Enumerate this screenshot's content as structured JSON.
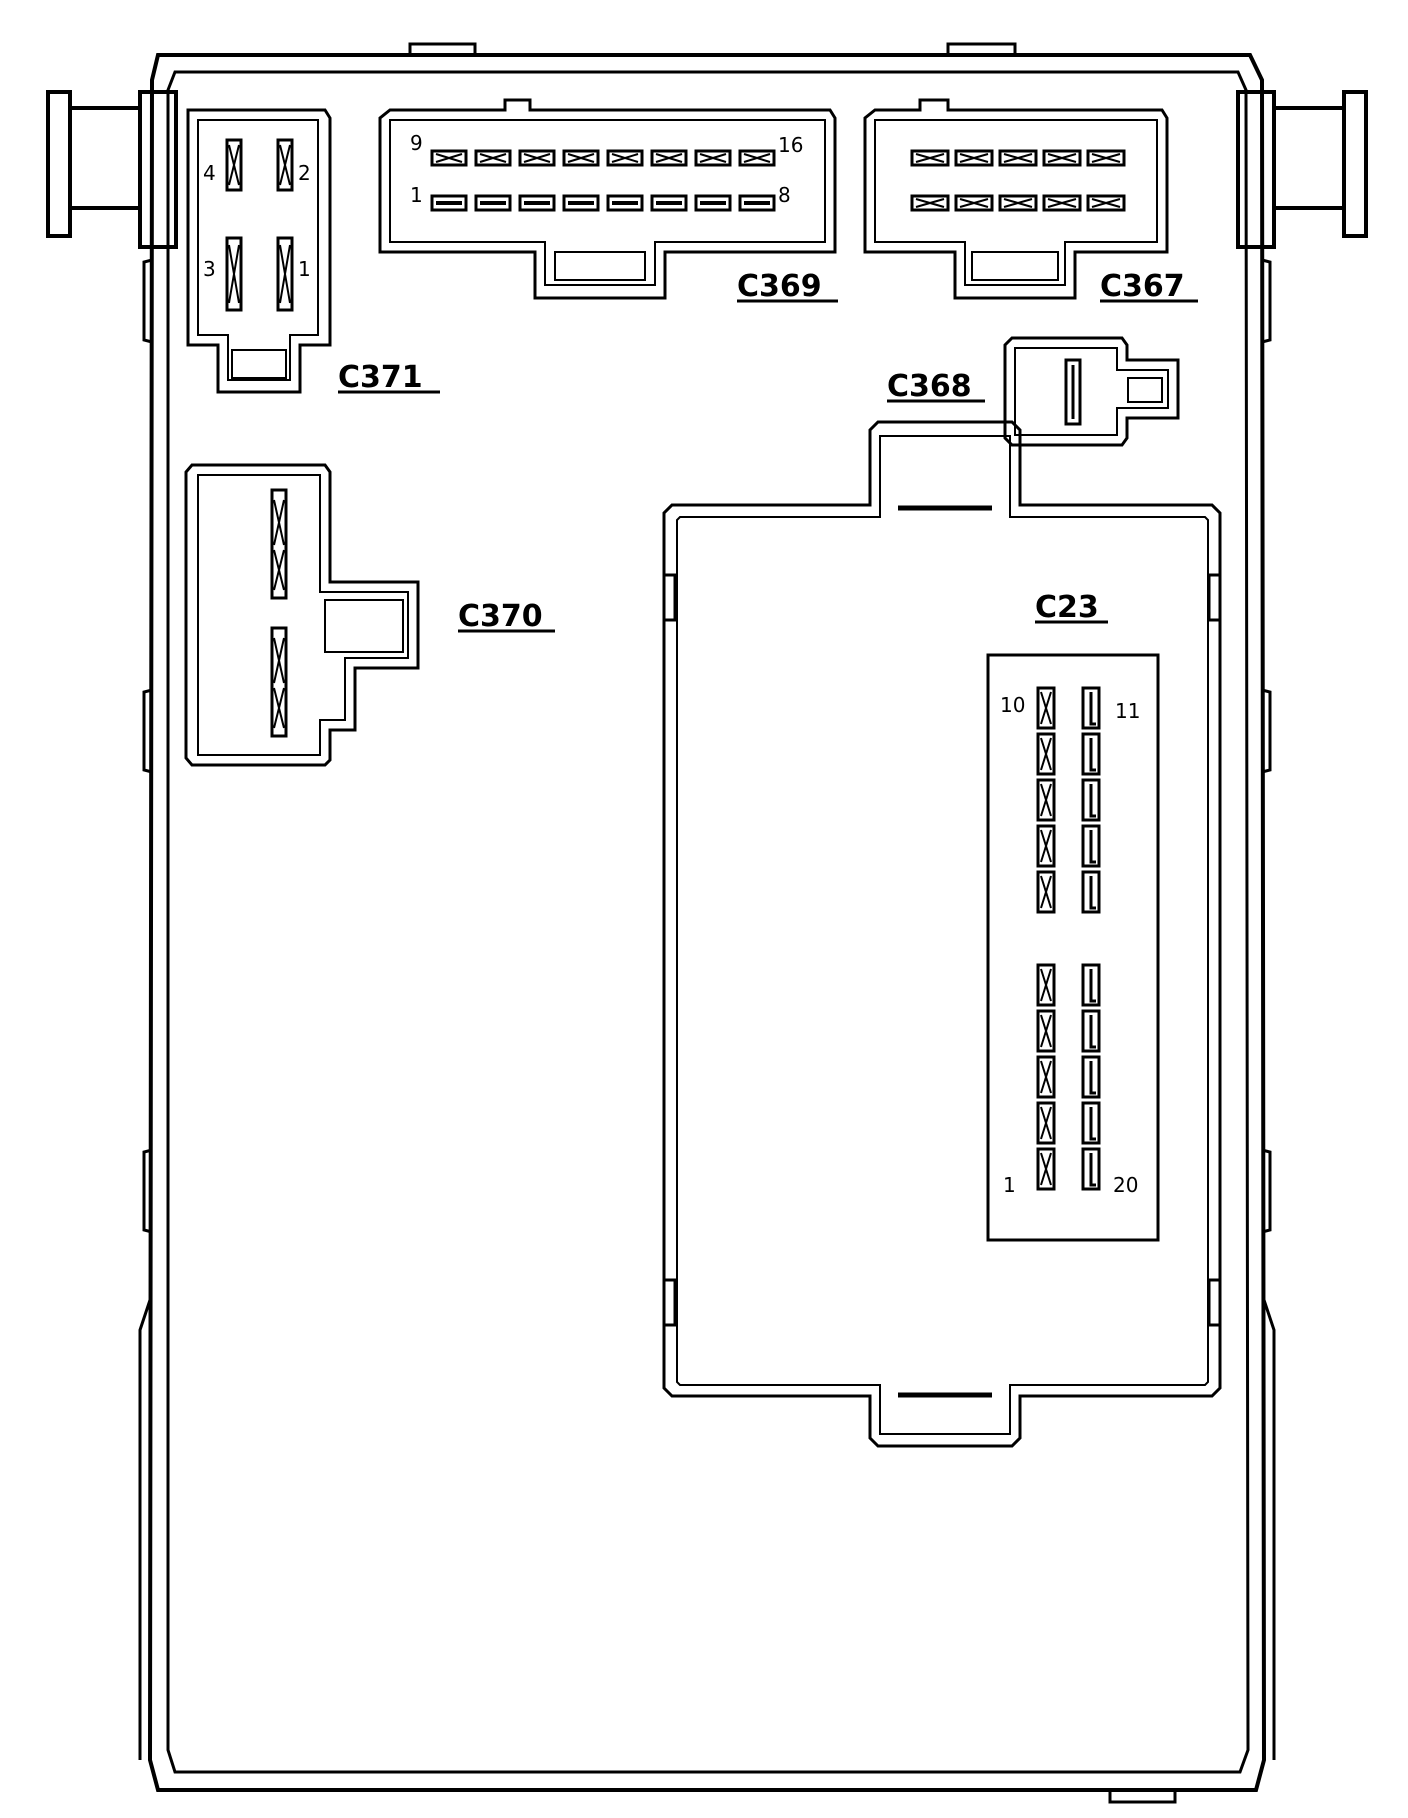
{
  "connectors": {
    "c371": {
      "label": "C371",
      "pins": [
        {
          "number": "4"
        },
        {
          "number": "2"
        },
        {
          "number": "3"
        },
        {
          "number": "1"
        }
      ]
    },
    "c369": {
      "label": "C369",
      "pins": [
        {
          "number": "9"
        },
        {
          "number": "16"
        },
        {
          "number": "1"
        },
        {
          "number": "8"
        }
      ],
      "top_row_count": 8,
      "bottom_row_count": 8
    },
    "c367": {
      "label": "C367",
      "top_row_count": 5,
      "bottom_row_count": 5
    },
    "c368": {
      "label": "C368"
    },
    "c370": {
      "label": "C370"
    },
    "c23": {
      "label": "C23",
      "pins": [
        {
          "number": "10"
        },
        {
          "number": "11"
        },
        {
          "number": "1"
        },
        {
          "number": "20"
        }
      ],
      "column_count": 10
    }
  },
  "colors": {
    "stroke": "#000000",
    "background": "#ffffff"
  }
}
